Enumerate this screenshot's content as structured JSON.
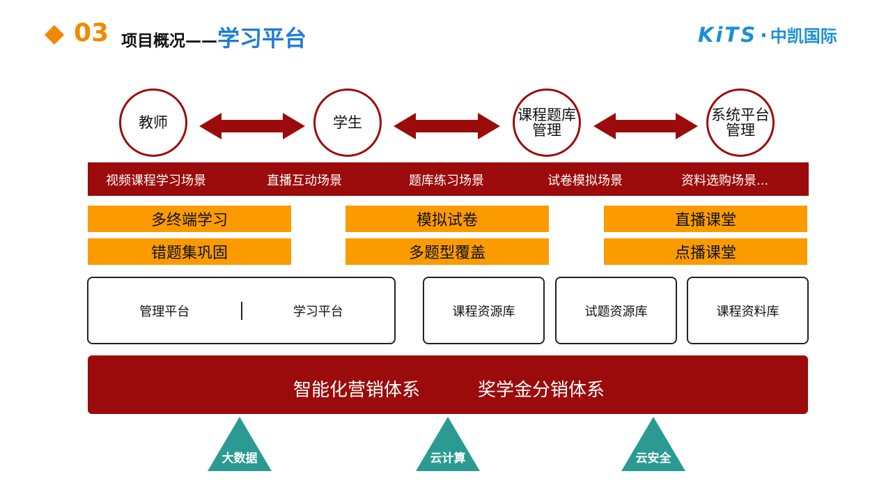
{
  "header": {
    "number": "03",
    "title": "项目概况——",
    "subtitle": "学习平台",
    "logo_en": "KiTS",
    "logo_dot": "·",
    "logo_cn": "中凯国际"
  },
  "roles": [
    "教师",
    "学生",
    "课程题库管理",
    "系统平台管理"
  ],
  "scenarios": [
    "视频课程学习场景",
    "直播互动场景",
    "题库练习场景",
    "试卷模拟场景",
    "资料选购场景..."
  ],
  "features": {
    "col1": [
      "多终端学习",
      "错题集巩固"
    ],
    "col2": [
      "模拟试卷",
      "多题型覆盖"
    ],
    "col3": [
      "直播课堂",
      "点播课堂"
    ]
  },
  "modules": {
    "platform_left": "管理平台",
    "platform_right": "学习平台",
    "course_repo": "课程资源库",
    "question_repo": "试题资源库",
    "material_repo": "课程资料库"
  },
  "systems": {
    "left": "智能化营销体系",
    "right": "奖学金分销体系"
  },
  "foundations": [
    "大数据",
    "云计算",
    "云安全"
  ],
  "colors": {
    "dark_red": "#9b0b0b",
    "orange": "#fb9b00",
    "accent_orange": "#f08a00",
    "title_blue": "#1f7bd6",
    "teal": "#2b9a93"
  }
}
